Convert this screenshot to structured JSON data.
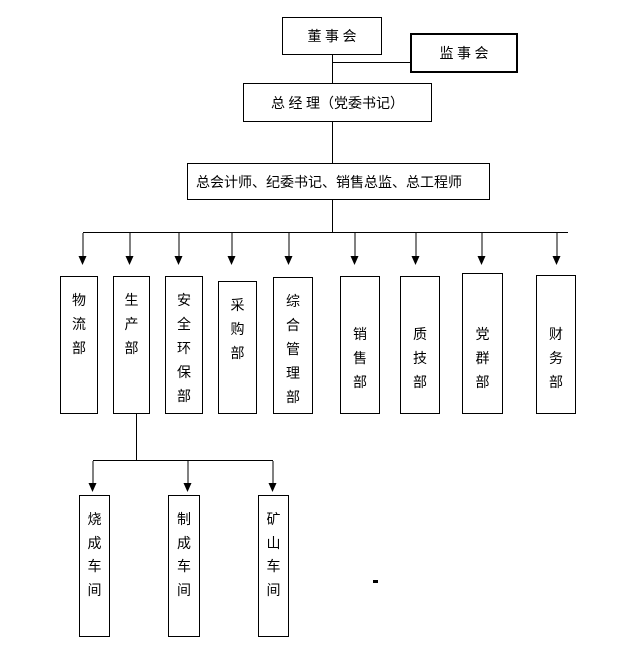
{
  "org_chart": {
    "board": {
      "label": "董 事 会"
    },
    "supervisory": {
      "label": "监 事 会"
    },
    "general_manager": {
      "label": "总 经 理（党委书记）"
    },
    "staff_row": {
      "label": "总会计师、纪委书记、销售总监、总工程师"
    },
    "departments": [
      {
        "label": "物流部"
      },
      {
        "label": "生产部"
      },
      {
        "label": "安全环保部"
      },
      {
        "label": "采购部"
      },
      {
        "label": "综合管理部"
      },
      {
        "label": "销售部"
      },
      {
        "label": "质技部"
      },
      {
        "label": "党群部"
      },
      {
        "label": "财务部"
      }
    ],
    "workshops": [
      {
        "label": "烧成车间"
      },
      {
        "label": "制成车间"
      },
      {
        "label": "矿山车间"
      }
    ],
    "colors": {
      "line": "#000000",
      "background": "#ffffff",
      "text": "#000000"
    }
  }
}
